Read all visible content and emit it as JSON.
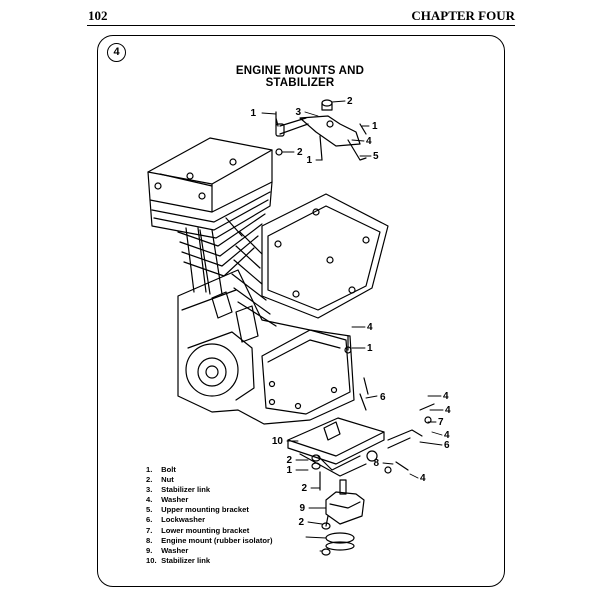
{
  "header": {
    "page_number": "102",
    "chapter": "CHAPTER FOUR"
  },
  "figure": {
    "number": "4",
    "title": "ENGINE MOUNTS AND STABILIZER",
    "callouts": [
      "1",
      "2",
      "3",
      "2",
      "4",
      "5",
      "1",
      "1",
      "4",
      "1",
      "4",
      "6",
      "4",
      "7",
      "10",
      "4",
      "6",
      "2",
      "1",
      "4",
      "8",
      "2",
      "9",
      "2"
    ]
  },
  "legend": [
    {
      "num": "1.",
      "label": "Bolt"
    },
    {
      "num": "2.",
      "label": "Nut"
    },
    {
      "num": "3.",
      "label": "Stabilizer link"
    },
    {
      "num": "4.",
      "label": "Washer"
    },
    {
      "num": "5.",
      "label": "Upper mounting bracket"
    },
    {
      "num": "6.",
      "label": "Lockwasher"
    },
    {
      "num": "7.",
      "label": "Lower mounting bracket"
    },
    {
      "num": "8.",
      "label": "Engine mount (rubber isolator)"
    },
    {
      "num": "9.",
      "label": "Washer"
    },
    {
      "num": "10.",
      "label": "Stabilizer link"
    }
  ]
}
